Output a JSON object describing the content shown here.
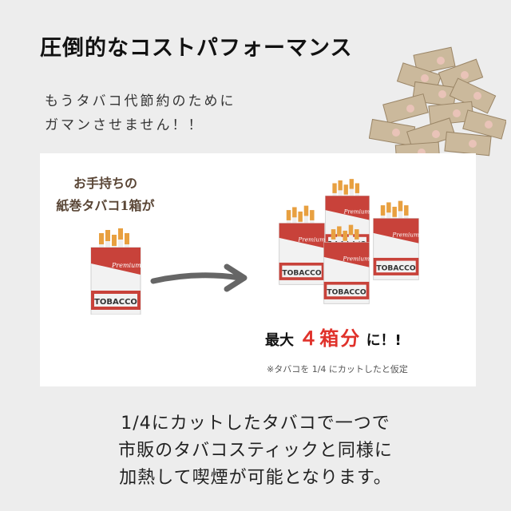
{
  "title": "圧倒的なコストパフォーマンス",
  "subtitle": [
    "もうタバコ代節約のために",
    "ガマンさせません！！"
  ],
  "panel": {
    "own_label": [
      "お手持ちの",
      "紙巻タバコ1箱が"
    ],
    "pack_brand": "Premium",
    "pack_label": "TOBACCO",
    "result_prefix": "最大",
    "result_number": "４箱分",
    "result_suffix": "に！!",
    "note": "※タバコを 1/4 にカットしたと仮定"
  },
  "description": [
    "1/4にカットしたタバコで一つで",
    "市販のタバコスティックと同様に",
    "加熱して喫煙が可能となります。"
  ],
  "colors": {
    "accent": "#e0322b",
    "pack_red": "#c8423a",
    "filter": "#e8a040",
    "money": "#c9b79a"
  }
}
